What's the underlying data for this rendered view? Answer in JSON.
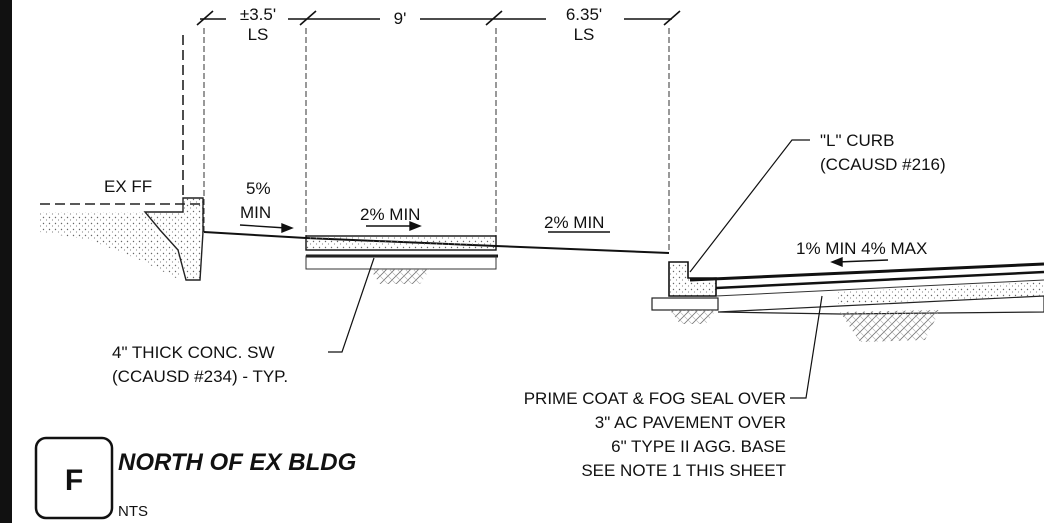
{
  "dimensions": {
    "left_width": "±3.5'",
    "left_type": "LS",
    "mid_width": "9'",
    "right_width": "6.35'",
    "right_type": "LS"
  },
  "labels": {
    "ex_ff": "EX FF",
    "slope_5_pct": "5%",
    "slope_5_min": "MIN",
    "slope_2_min_sw": "2% MIN",
    "slope_2_min_ls": "2% MIN",
    "slope_pavement": "1% MIN 4% MAX",
    "curb_line1": "\"L\" CURB",
    "curb_line2": "(CCAUSD #216)",
    "sw_line1": "4\" THICK CONC. SW",
    "sw_line2": "(CCAUSD #234) - TYP.",
    "pave_line1": "PRIME COAT & FOG SEAL OVER",
    "pave_line2": "3\" AC PAVEMENT OVER",
    "pave_line3": "6\" TYPE II AGG. BASE",
    "pave_line4": "SEE NOTE 1 THIS SHEET"
  },
  "detail": {
    "tag": "F",
    "title": "NORTH OF EX BLDG",
    "scale": "NTS"
  }
}
